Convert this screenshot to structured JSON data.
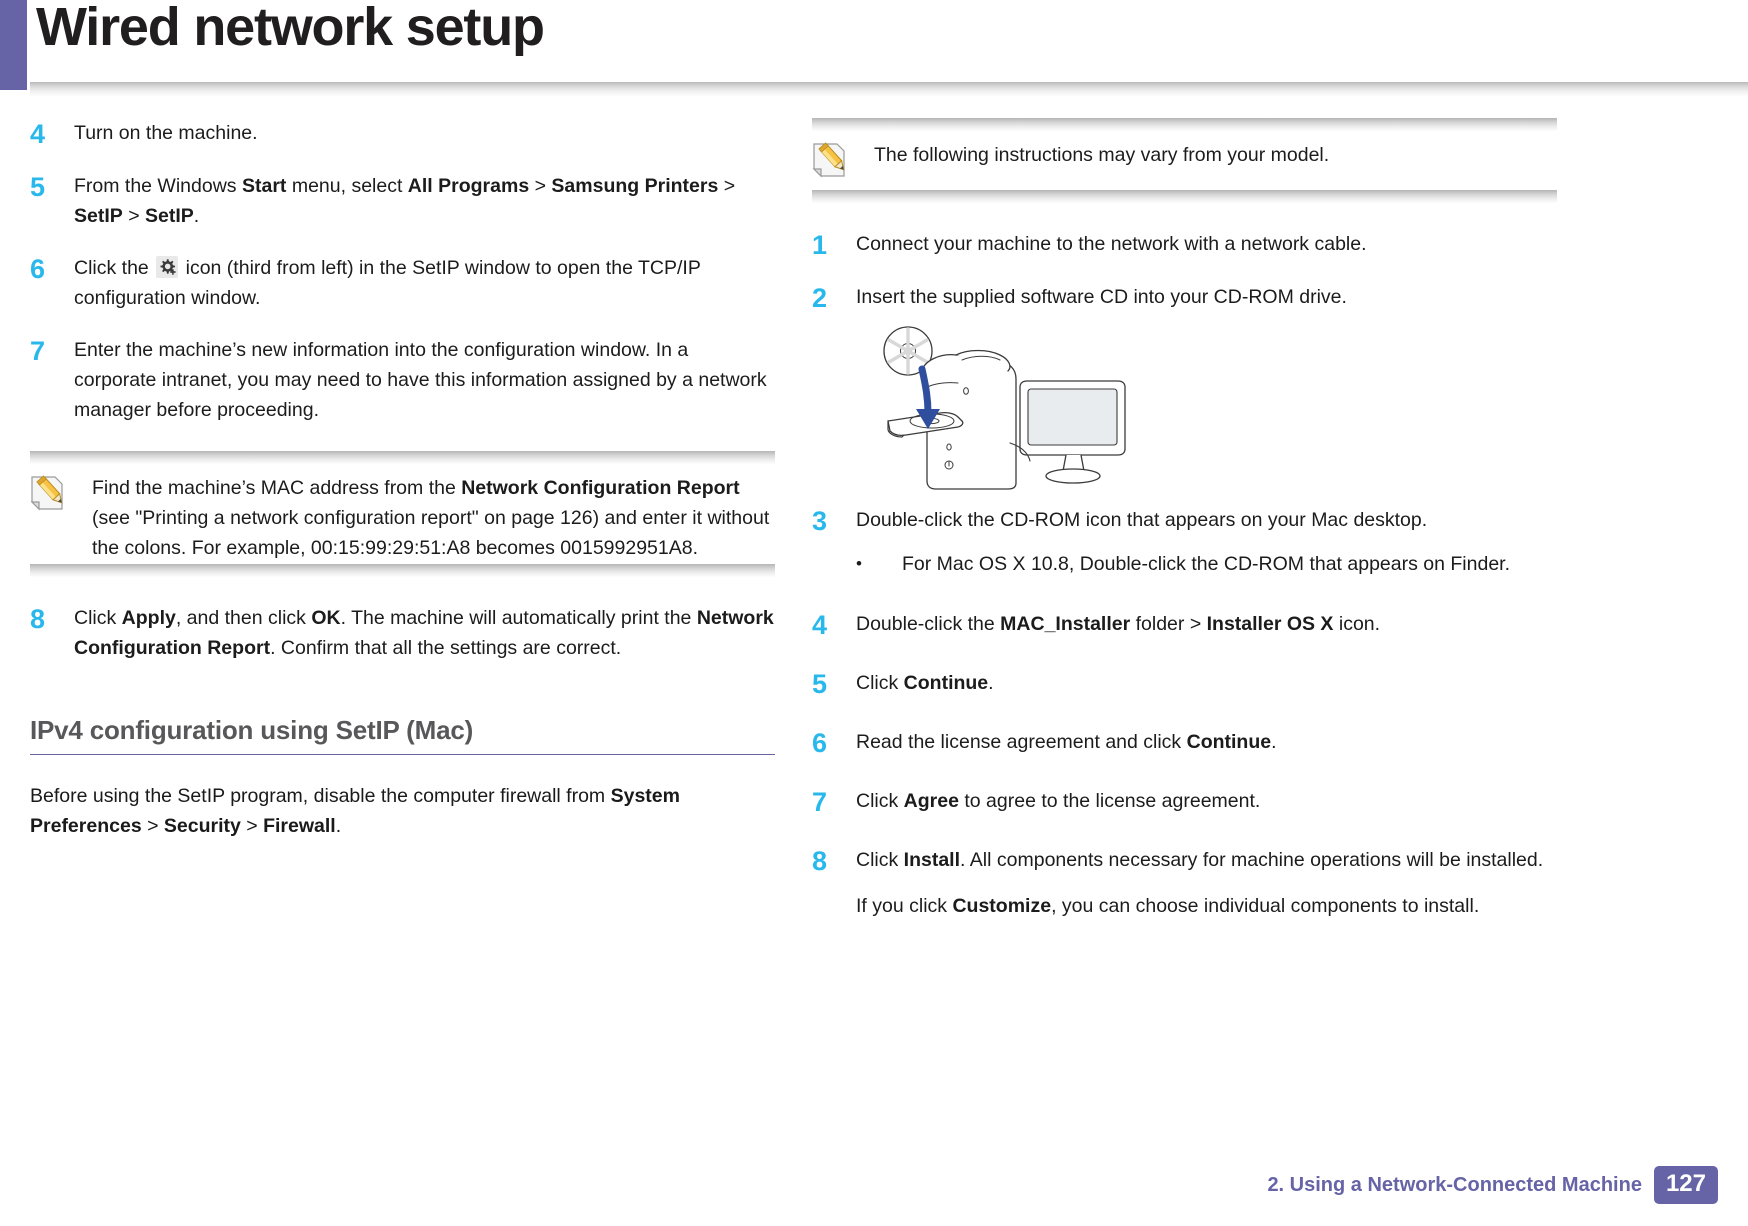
{
  "header": {
    "title": "Wired network setup",
    "accent_color": "#6663a6"
  },
  "theme": {
    "step_number_color": "#29b8ec",
    "heading_color": "#58585a",
    "rule_color": "#6663a6",
    "footer_color": "#6663a6"
  },
  "left_column": {
    "steps": [
      {
        "number": "4",
        "html": "Turn on the machine."
      },
      {
        "number": "5",
        "html": "From the Windows <b>Start</b> menu, select <b>All Programs</b> &gt; <b>Samsung Printers</b> &gt; <b>SetIP</b> &gt; <b>SetIP</b>."
      },
      {
        "number": "6",
        "html": "Click the <span class=\"gear-slot\"></span> icon (third from left) in the SetIP window to open the TCP/IP configuration window."
      },
      {
        "number": "7",
        "html": "Enter the machine’s new information into the configuration window. In a corporate intranet, you may need to have this information assigned by a network manager before proceeding."
      }
    ],
    "note": {
      "icon": "note-pencil-icon",
      "html": "Find the machine’s MAC address from the <b>Network Configuration Report</b> (see \"Printing a network configuration report\" on page 126) and enter it without the colons. For example, 00:15:99:29:51:A8 becomes 0015992951A8."
    },
    "step8": {
      "number": "8",
      "html": "Click <b>Apply</b>, and then click <b>OK</b>. The machine will automatically print the <b>Network Configuration Report</b>. Confirm that all the settings are correct."
    },
    "section": {
      "heading": "IPv4 configuration using SetIP (Mac)",
      "paragraph_html": "Before using the SetIP program, disable the computer firewall from <b>System Preferences</b> &gt; <b>Security</b> &gt; <b>Firewall</b>."
    }
  },
  "right_column": {
    "note": {
      "icon": "note-pencil-icon",
      "html": "The following instructions may vary from your model."
    },
    "steps": [
      {
        "number": "1",
        "html": "Connect your machine to the network with a network cable."
      },
      {
        "number": "2",
        "html": "Insert the supplied software CD into your CD-ROM drive."
      },
      {
        "number": "3",
        "html": "Double-click the CD-ROM icon that appears on your Mac desktop.",
        "bullets": [
          {
            "marker": "•",
            "html": "For Mac OS X 10.8, Double-click the CD-ROM that appears on Finder."
          }
        ]
      },
      {
        "number": "4",
        "html": "Double-click the <b>MAC_Installer</b> folder &gt; <b>Installer OS X</b> icon."
      },
      {
        "number": "5",
        "html": "Click <b>Continue</b>."
      },
      {
        "number": "6",
        "html": "Read the license agreement and click <b>Continue</b>."
      },
      {
        "number": "7",
        "html": "Click <b>Agree</b> to agree to the license agreement."
      },
      {
        "number": "8",
        "html": "Click <b>Install</b>. All components necessary for machine operations will be installed.",
        "extra_paragraph_html": "If you click <b>Customize</b>, you can choose individual components to install."
      }
    ],
    "illustration": {
      "name": "cd-into-mac-computer-illustration",
      "caption": ""
    }
  },
  "footer": {
    "chapter": "2.  Using a Network-Connected Machine",
    "page_number": "127"
  }
}
